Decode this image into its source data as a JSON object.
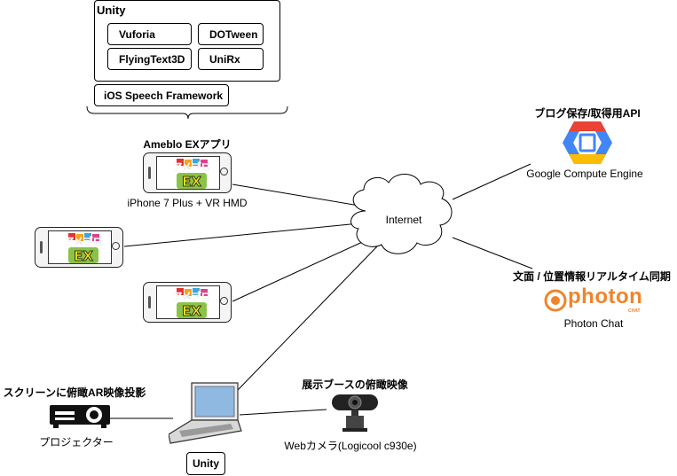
{
  "unity_group": {
    "title": "Unity",
    "libraries": [
      "Vuforia",
      "DOTween",
      "FlyingText3D",
      "UniRx"
    ]
  },
  "ios_speech": "iOS Speech Framework",
  "app": {
    "title": "Ameblo EXアプリ",
    "device": "iPhone 7 Plus + VR HMD",
    "logo_top": "アメブロ",
    "logo_bottom": "EX"
  },
  "internet": "Internet",
  "gce": {
    "caption": "ブログ保存/取得用API",
    "label": "Google Compute Engine"
  },
  "photon": {
    "caption": "文面 / 位置情報リアルタイム同期",
    "logo_text": "photon",
    "logo_sub": "CHAT",
    "label": "Photon Chat"
  },
  "projector": {
    "caption": "スクリーンに俯瞰AR映像投影",
    "label": "プロジェクター"
  },
  "webcam": {
    "caption": "展示ブースの俯瞰映像",
    "label": "Webカメラ(Logicool c930e)"
  },
  "laptop": {
    "label": "Unity"
  },
  "colors": {
    "line": "#000000",
    "gce_blue": "#4285f4",
    "gce_red": "#ea4335",
    "gce_yellow": "#fbbc05",
    "photon_orange": "#f0842c"
  }
}
